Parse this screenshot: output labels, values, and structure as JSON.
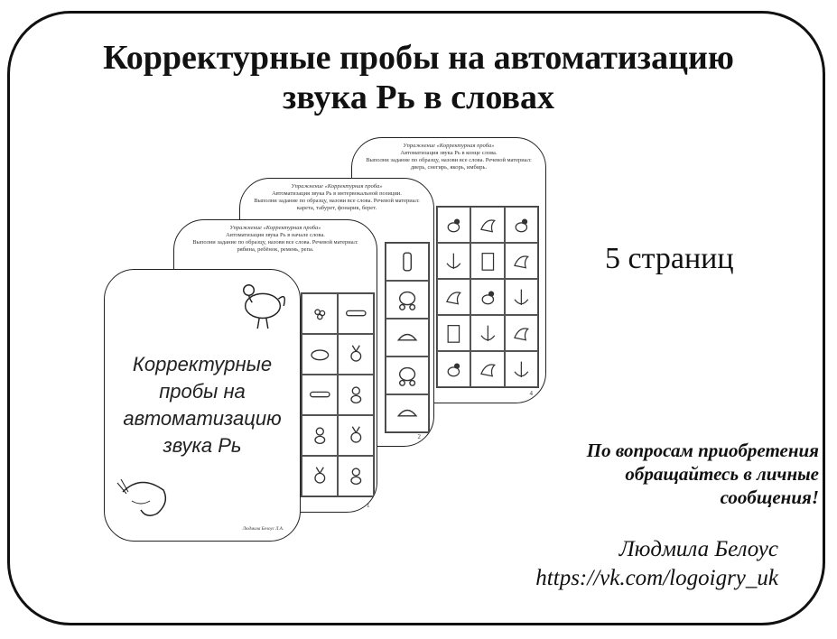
{
  "title_line1": "Корректурные пробы на автоматизацию",
  "title_line2": "звука Рь в словах",
  "pages_count": "5 страниц",
  "contact_line1": "По вопросам приобретения",
  "contact_line2": "обращайтесь в личные",
  "contact_line3": "сообщения!",
  "author_name": "Людмила Белоус",
  "author_url": "https://vk.com/logoigry_uk",
  "cover": {
    "line1": "Корректурные",
    "line2": "пробы на",
    "line3": "автоматизацию",
    "line4": "звука Рь",
    "footer": "Людмила Белоус Л.А.",
    "number": "1"
  },
  "page2": {
    "exercise": "Упражнение «Корректурная проба»",
    "line1": "Автоматизация звука Рь в начале слова.",
    "line2": "Выполни задание по образцу, назови все слова. Речевой материал:",
    "line3": "рябина, ребёнок, ремень, репа."
  },
  "page3": {
    "exercise": "Упражнение «Корректурная проба»",
    "line1": "Автоматизация звука Рь в интервокальной позиции.",
    "line2": "Выполни задание по образцу, назови все слова. Речевой материал:",
    "line3": "карета, табурет, фонарик, берет.",
    "number": "2"
  },
  "page4": {
    "exercise": "Упражнение «Корректурная проба»",
    "line1": "Автоматизация звука Рь в конце слова.",
    "line2": "Выполни задание по образцу, назови все слова. Речевой материал:",
    "line3": "дверь, снегирь, якорь, имбирь.",
    "number": "4"
  },
  "colors": {
    "ink": "#111111",
    "background": "#ffffff",
    "border": "#111111"
  }
}
